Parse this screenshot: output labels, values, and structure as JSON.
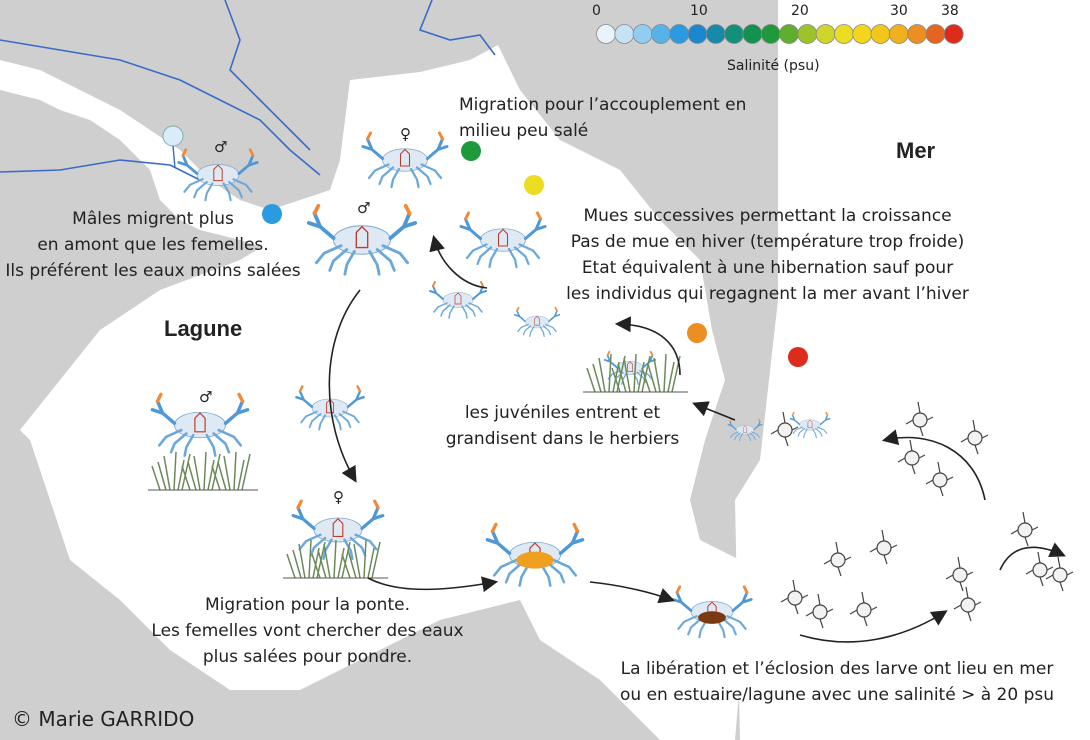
{
  "salinity_scale": {
    "title": "Salinité (psu)",
    "ticks": [
      "0",
      "10",
      "20",
      "30",
      "38"
    ],
    "colors": [
      "#e9f3fb",
      "#c6e3f6",
      "#90cdf0",
      "#55b3ea",
      "#2a9be0",
      "#1a88d0",
      "#168aa8",
      "#13907a",
      "#13914e",
      "#1f9a3a",
      "#5fae2e",
      "#9cc42a",
      "#cfd52a",
      "#ecdc22",
      "#f3d61c",
      "#f2c71c",
      "#efb11e",
      "#ec8f22",
      "#e66420",
      "#dd2c1c"
    ]
  },
  "regions": {
    "sea": "Mer",
    "lagoon": "Lagune"
  },
  "markers": {
    "river_top": "#d9ecf9",
    "river_blue": "#2a9be0",
    "green": "#1f9a3a",
    "yellow": "#ecdc22",
    "orange": "#ec8f22",
    "red": "#dd2c1c"
  },
  "annotations": {
    "males": [
      "Mâles migrent plus",
      "en amont que les femelles.",
      "Ils préférent les eaux moins salées"
    ],
    "mating": [
      "Migration pour l’accouplement en",
      "milieu peu salé"
    ],
    "molting": [
      "Mues successives permettant la croissance",
      "Pas de mue en hiver (température trop froide)",
      "Etat équivalent à une hibernation sauf pour",
      "les individus qui  regagnent la mer avant l’hiver"
    ],
    "juveniles": [
      "les juvéniles entrent et",
      "grandisent dans le herbiers"
    ],
    "spawning": [
      "Migration pour la ponte.",
      "Les femelles vont chercher des eaux",
      "plus salées pour pondre."
    ],
    "larvae": [
      "La libération et l’éclosion des larve ont lieu en mer",
      "ou en estuaire/lagune avec une salinité > à 20 psu"
    ]
  },
  "sex_symbols": {
    "male": "♂",
    "female": "♀"
  },
  "credit": "© Marie GARRIDO"
}
